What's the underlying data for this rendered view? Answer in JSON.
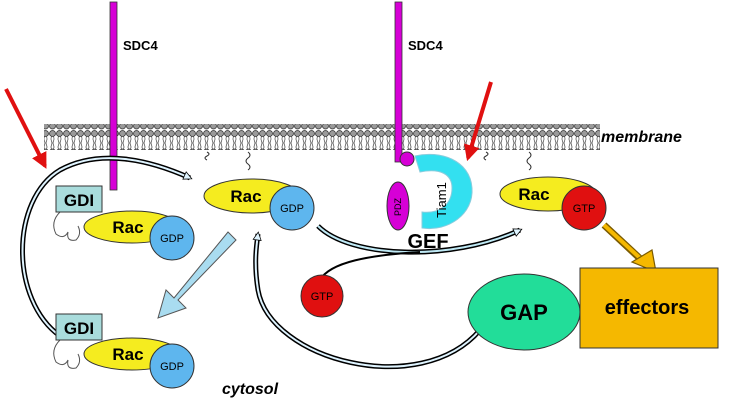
{
  "labels": {
    "sdc4_left": "SDC4",
    "sdc4_right": "SDC4",
    "membrane": "membrane",
    "cytosol": "cytosol",
    "gef": "GEF",
    "gap": "GAP",
    "effectors": "effectors",
    "tiam1": "Tiam1",
    "pdz": "PDZ"
  },
  "molecules": {
    "gdi_top": "GDI",
    "gdi_bottom": "GDI",
    "rac_gdi_top": "Rac",
    "rac_gdi_bottom": "Rac",
    "rac_free": "Rac",
    "rac_active": "Rac",
    "gdp_top": "GDP",
    "gdp_bottom": "GDP",
    "gdp_free": "GDP",
    "gtp_active": "GTP",
    "gtp_free": "GTP"
  },
  "colors": {
    "sdc4": "#d600d6",
    "rac": "#f5ec1f",
    "gdp": "#5eb6ee",
    "gtp": "#e01010",
    "gdi": "#a9dcdc",
    "tiam1": "#33e0f0",
    "gap": "#22dd99",
    "effectors": "#f5b800",
    "red_arrow": "#e01010",
    "membrane": "#555555"
  }
}
